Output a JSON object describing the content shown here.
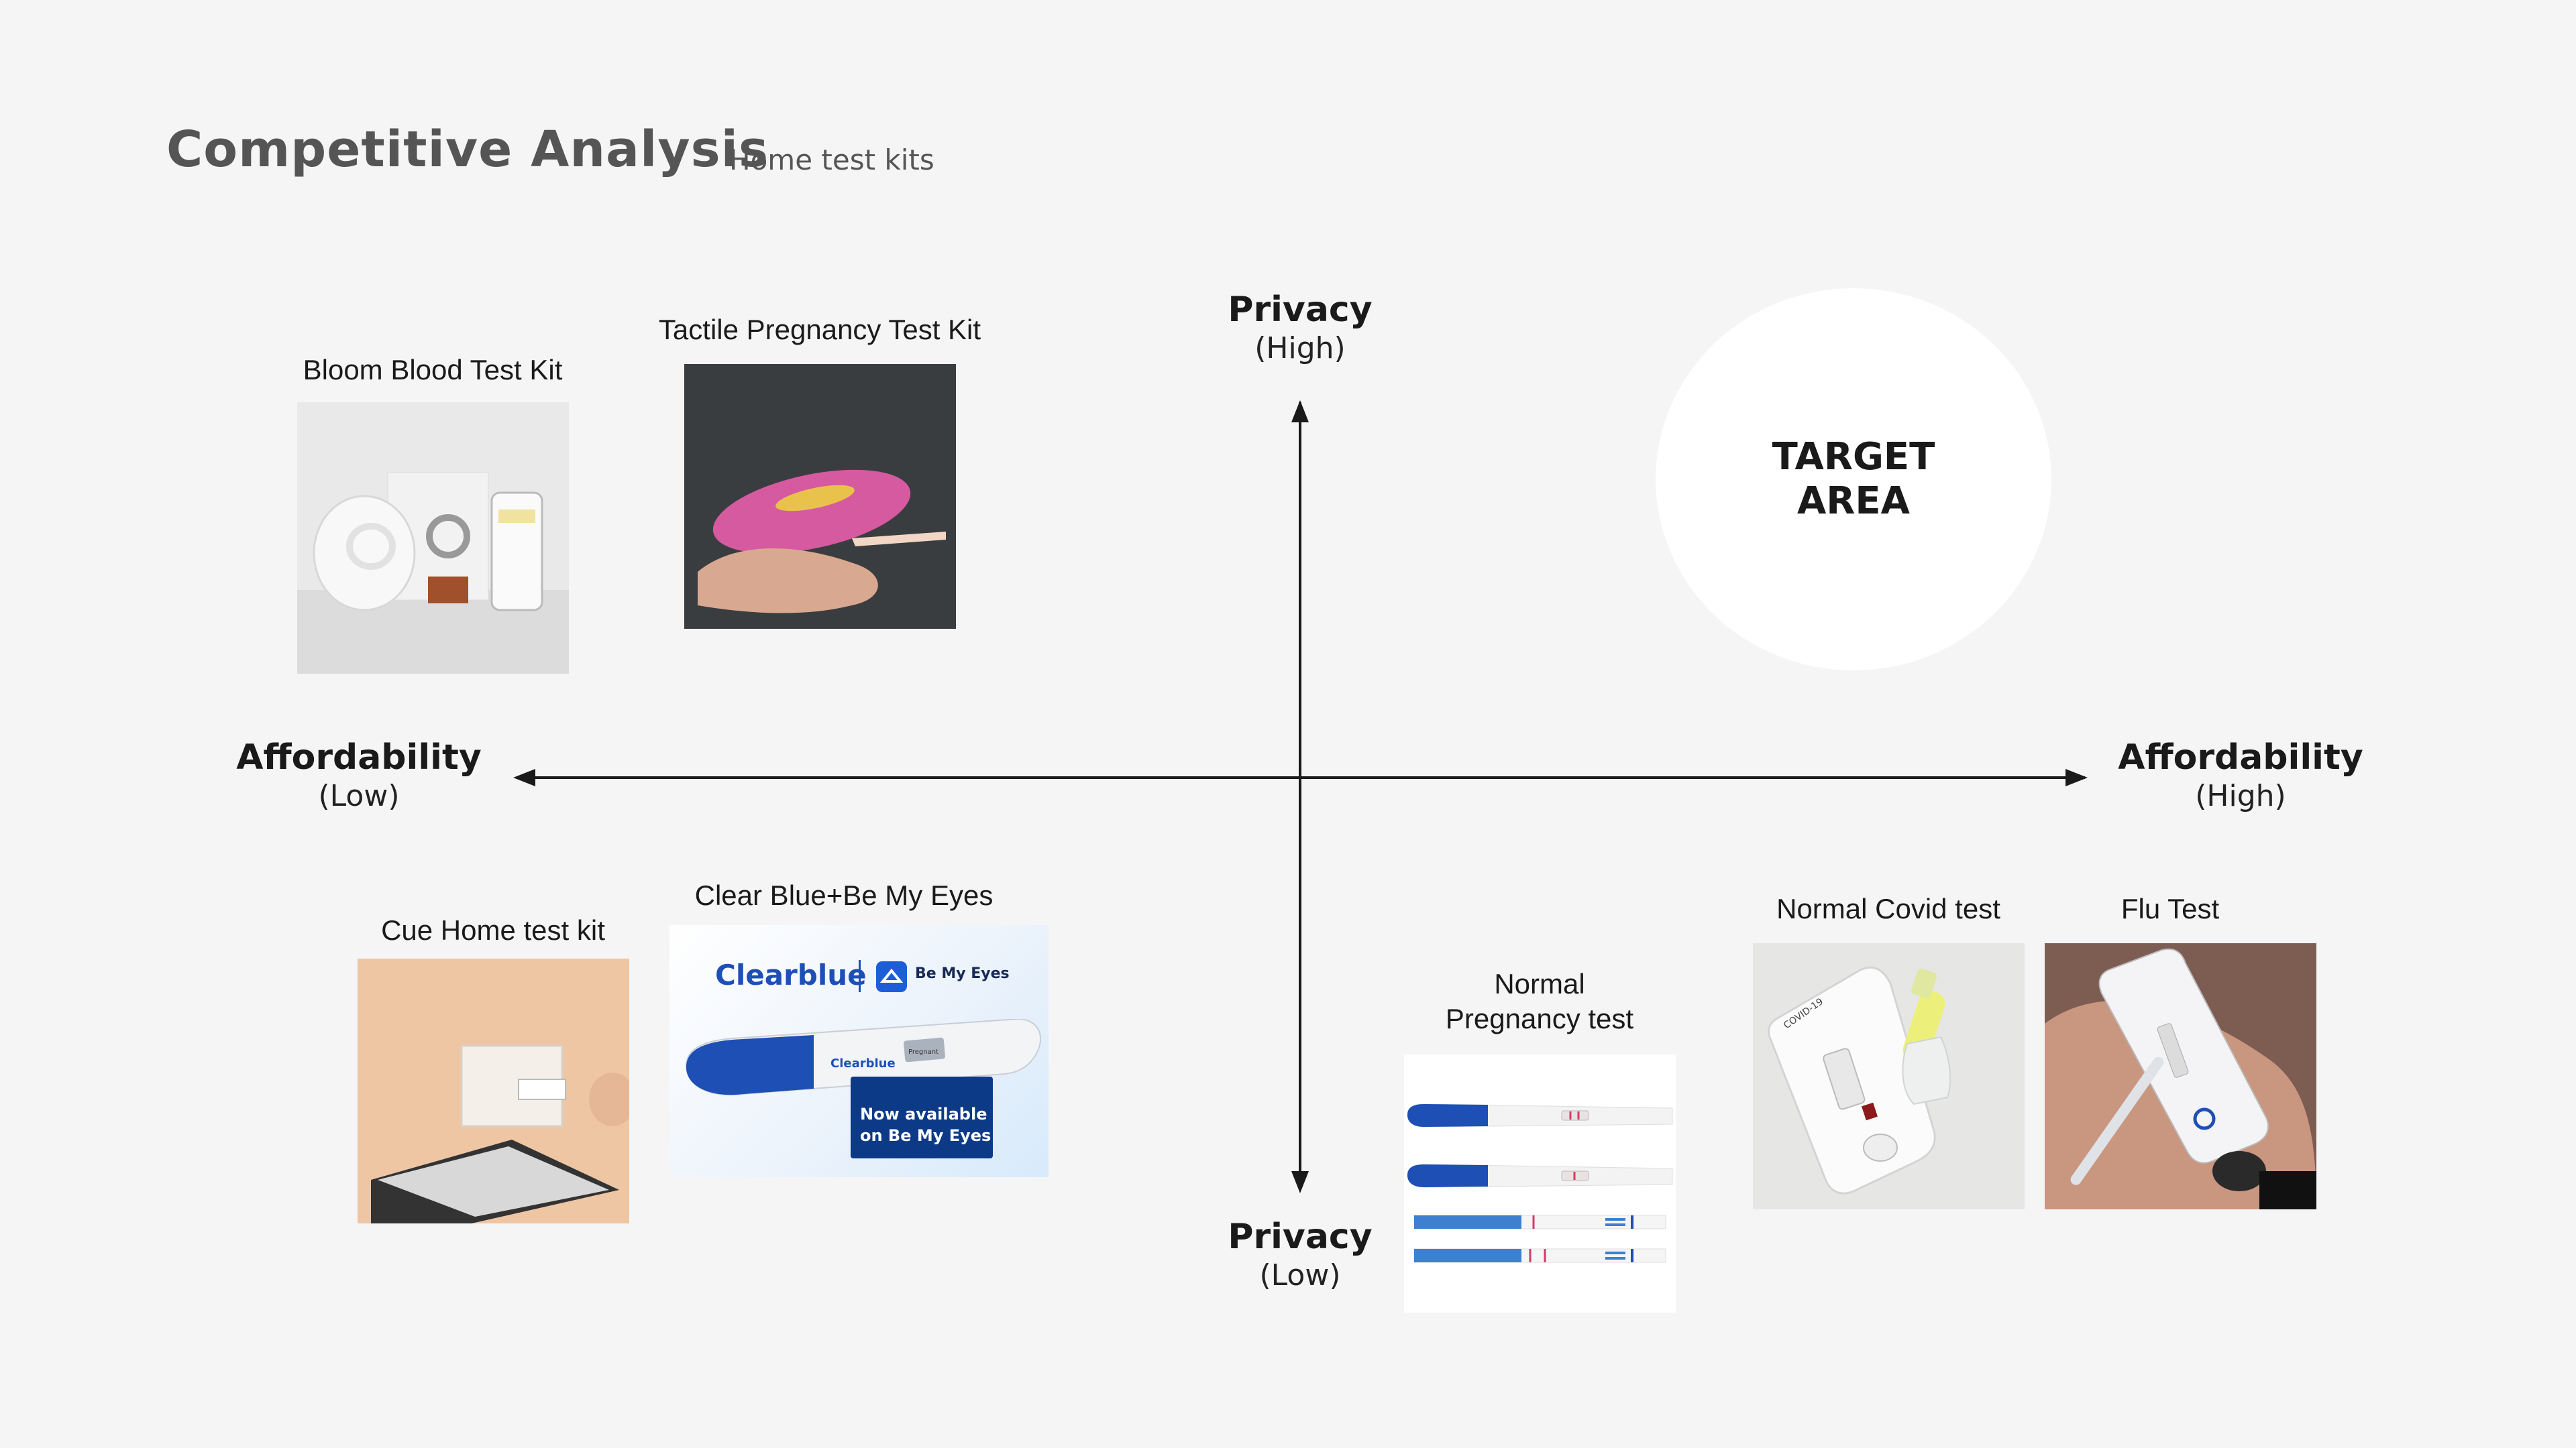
{
  "header": {
    "title": "Competitive Analysis",
    "subtitle": "Home test kits"
  },
  "axes": {
    "top": {
      "main": "Privacy",
      "sub": "(High)"
    },
    "bottom": {
      "main": "Privacy",
      "sub": "(Low)"
    },
    "left": {
      "main": "Affordability",
      "sub": "(Low)"
    },
    "right": {
      "main": "Affordability",
      "sub": "(High)"
    }
  },
  "target": {
    "label": "TARGET\nAREA"
  },
  "products": {
    "bloom": {
      "label": "Bloom Blood Test Kit"
    },
    "tactile": {
      "label": "Tactile Pregnancy Test Kit"
    },
    "cue": {
      "label": "Cue Home test kit"
    },
    "clearblue": {
      "label": "Clear Blue+Be My Eyes",
      "brand": "Clearblue",
      "partner": "Be My Eyes",
      "banner_line1": "Now available",
      "banner_line2": "on Be My Eyes",
      "device_brand": "Clearblue",
      "device_screen": "Pregnant"
    },
    "pregnancy": {
      "label": "Normal\nPregnancy test"
    },
    "covid": {
      "label": "Normal Covid test",
      "device_text": "COVID-19"
    },
    "flu": {
      "label": "Flu Test"
    }
  },
  "colors": {
    "background": "#f5f5f5",
    "axis": "#1a1a1a",
    "target_fill": "#ffffff",
    "clearblue_blue": "#1d4fb5"
  }
}
